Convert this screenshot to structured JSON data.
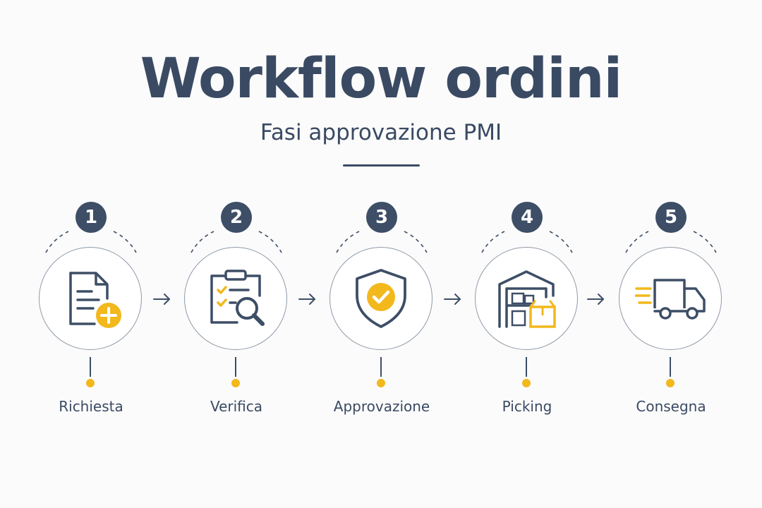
{
  "title": "Workflow ordini",
  "subtitle": "Fasi approvazione PMI",
  "colors": {
    "primary": "#3d4e66",
    "accent": "#f2b81c",
    "circle_border": "#8f9aa8",
    "background": "#fbfbfb"
  },
  "steps": [
    {
      "number": "1",
      "label": "Richiesta",
      "icon": "document-plus-icon"
    },
    {
      "number": "2",
      "label": "Verifica",
      "icon": "clipboard-search-icon"
    },
    {
      "number": "3",
      "label": "Approvazione",
      "icon": "shield-check-icon"
    },
    {
      "number": "4",
      "label": "Picking",
      "icon": "warehouse-icon"
    },
    {
      "number": "5",
      "label": "Consegna",
      "icon": "delivery-truck-icon"
    }
  ]
}
